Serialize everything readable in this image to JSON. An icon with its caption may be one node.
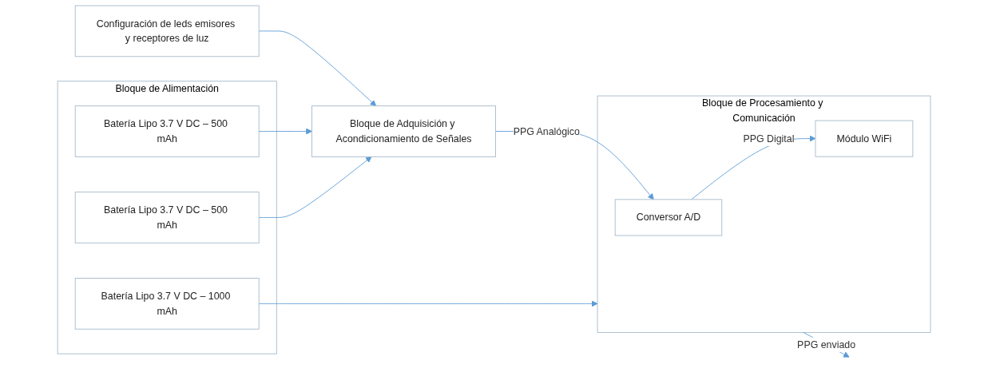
{
  "diagram": {
    "nodes": [
      {
        "text": [
          "Configuración de leds emisores y receptores de luz"
        ]
      },
      {
        "text": [
          "Bloque de Adquisición y Acondicionamiento de Señales"
        ]
      },
      {
        "text": [
          "Bloque de Procesamiento y Comunicación"
        ]
      },
      {
        "text": [
          "Conversor A/D"
        ],
        "in": 2
      },
      {
        "text": [
          "Módulo WiFi"
        ],
        "in": 2
      },
      {
        "text": [
          "Bloque de Alimentación"
        ]
      },
      {
        "text": [
          "Batería Lipo 3.7 V DC – 500 mAh"
        ],
        "in": 5
      },
      {
        "text": [
          "Batería Lipo 3.7 V DC – 500 mAh"
        ],
        "in": 5
      },
      {
        "text": [
          "Batería Lipo 3.7 V DC – 1000 mAh"
        ],
        "in": 5
      }
    ],
    "edges": [
      {
        "from": 0,
        "to": 1,
        "arrow": "to"
      },
      {
        "from": 1,
        "to": 3,
        "label": "PPG Analógico",
        "arrow": "to"
      },
      {
        "from": 3,
        "to": 4,
        "label": "PPG Digital",
        "arrow": "to"
      },
      {
        "from": 2,
        "to": null,
        "label": "PPG enviado",
        "arrow": "to"
      },
      {
        "from": 6,
        "to": 1,
        "arrow": "to"
      },
      {
        "from": 7,
        "to": 1,
        "arrow": "to"
      },
      {
        "from": 8,
        "to": 2,
        "arrow": "to"
      }
    ]
  }
}
